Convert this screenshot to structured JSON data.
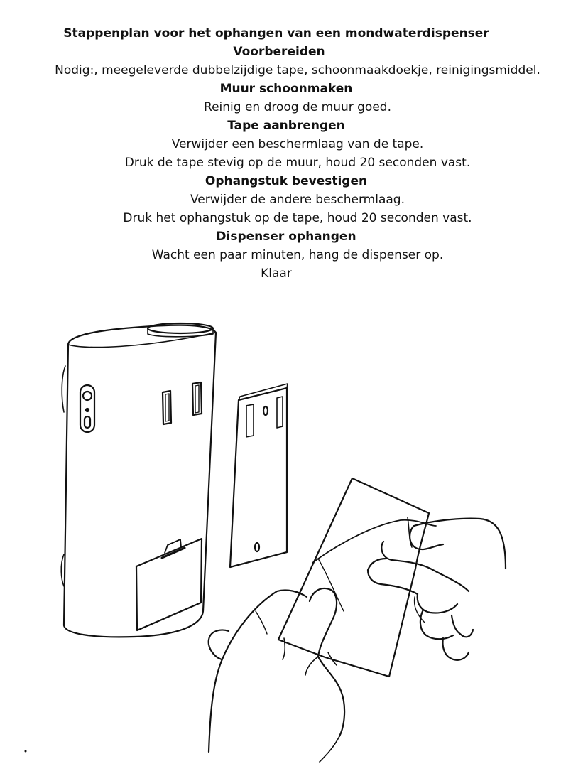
{
  "document": {
    "title": "Stappenplan voor het ophangen van een mondwaterdispenser",
    "sections": [
      {
        "heading": "Voorbereiden",
        "lines": [
          "Nodig:, meegeleverde dubbelzijdige tape, schoonmaakdoekje, reinigingsmiddel."
        ]
      },
      {
        "heading": "Muur schoonmaken",
        "lines": [
          "Reinig en droog de muur goed."
        ]
      },
      {
        "heading": "Tape aanbrengen",
        "lines": [
          "Verwijder een beschermlaag van de tape.",
          "Druk de tape stevig op de muur, houd 20 seconden vast."
        ]
      },
      {
        "heading": "Ophangstuk bevestigen",
        "lines": [
          "Verwijder de andere beschermlaag.",
          "Druk het ophangstuk op de tape, houd 20 seconden vast."
        ]
      },
      {
        "heading": "Dispenser ophangen",
        "lines": [
          "Wacht een paar minuten, hang de dispenser op."
        ]
      }
    ],
    "closing": "Klaar"
  },
  "colors": {
    "ink": "#111111",
    "background": "#ffffff"
  }
}
